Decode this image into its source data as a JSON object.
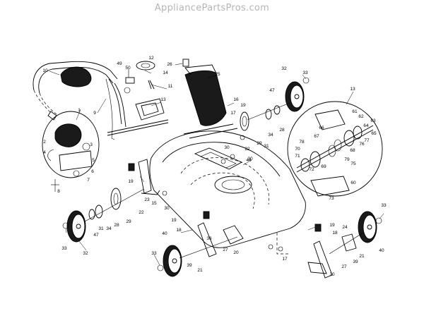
{
  "watermark": "AppliancePartsPros.com",
  "colors": {
    "ink": "#000000",
    "paper": "#ffffff",
    "watermark": "#b5b5b5",
    "part_fill": "#1a1a1a"
  },
  "callouts": [
    {
      "id": "c-10a",
      "label": "10"
    },
    {
      "id": "c-9",
      "label": "9"
    },
    {
      "id": "c-1",
      "label": "1"
    },
    {
      "id": "c-2",
      "label": "2"
    },
    {
      "id": "c-3",
      "label": "3"
    },
    {
      "id": "c-4",
      "label": "4"
    },
    {
      "id": "c-5",
      "label": "5"
    },
    {
      "id": "c-6",
      "label": "6"
    },
    {
      "id": "c-7",
      "label": "7"
    },
    {
      "id": "c-8",
      "label": "8"
    },
    {
      "id": "c-49",
      "label": "49"
    },
    {
      "id": "c-50",
      "label": "50"
    },
    {
      "id": "c-12",
      "label": "12"
    },
    {
      "id": "c-14",
      "label": "14"
    },
    {
      "id": "c-11",
      "label": "11"
    },
    {
      "id": "c-13a",
      "label": "13"
    },
    {
      "id": "c-26",
      "label": "26"
    },
    {
      "id": "c-25",
      "label": "25"
    },
    {
      "id": "c-16",
      "label": "16"
    },
    {
      "id": "c-19a",
      "label": "19"
    },
    {
      "id": "c-17",
      "label": "17"
    },
    {
      "id": "c-22a",
      "label": "22"
    },
    {
      "id": "c-29a",
      "label": "29"
    },
    {
      "id": "c-30a",
      "label": "30"
    },
    {
      "id": "c-30b",
      "label": "30"
    },
    {
      "id": "c-44",
      "label": "44"
    },
    {
      "id": "c-32a",
      "label": "32"
    },
    {
      "id": "c-33a",
      "label": "33"
    },
    {
      "id": "c-47a",
      "label": "47"
    },
    {
      "id": "c-28a",
      "label": "28"
    },
    {
      "id": "c-34a",
      "label": "34"
    },
    {
      "id": "c-31a",
      "label": "31"
    },
    {
      "id": "c-13b",
      "label": "13"
    },
    {
      "id": "c-61",
      "label": "61"
    },
    {
      "id": "c-62",
      "label": "62"
    },
    {
      "id": "c-63",
      "label": "63"
    },
    {
      "id": "c-66",
      "label": "66"
    },
    {
      "id": "c-64",
      "label": "64"
    },
    {
      "id": "c-65",
      "label": "65"
    },
    {
      "id": "c-67",
      "label": "67"
    },
    {
      "id": "c-77",
      "label": "77"
    },
    {
      "id": "c-78",
      "label": "78"
    },
    {
      "id": "c-76",
      "label": "76"
    },
    {
      "id": "c-70",
      "label": "70"
    },
    {
      "id": "c-71",
      "label": "71"
    },
    {
      "id": "c-68",
      "label": "68"
    },
    {
      "id": "c-72",
      "label": "72"
    },
    {
      "id": "c-69",
      "label": "69"
    },
    {
      "id": "c-79",
      "label": "79"
    },
    {
      "id": "c-75",
      "label": "75"
    },
    {
      "id": "c-60",
      "label": "60"
    },
    {
      "id": "c-73",
      "label": "73"
    },
    {
      "id": "c-19b",
      "label": "19"
    },
    {
      "id": "c-15",
      "label": "15"
    },
    {
      "id": "c-23",
      "label": "23"
    },
    {
      "id": "c-22b",
      "label": "22"
    },
    {
      "id": "c-29b",
      "label": "29"
    },
    {
      "id": "c-28b",
      "label": "28"
    },
    {
      "id": "c-34b",
      "label": "34"
    },
    {
      "id": "c-31b",
      "label": "31"
    },
    {
      "id": "c-47b",
      "label": "47"
    },
    {
      "id": "c-32b",
      "label": "32"
    },
    {
      "id": "c-33b",
      "label": "33"
    },
    {
      "id": "c-30c",
      "label": "30"
    },
    {
      "id": "c-19c",
      "label": "19"
    },
    {
      "id": "c-18a",
      "label": "18"
    },
    {
      "id": "c-40a",
      "label": "40"
    },
    {
      "id": "c-36",
      "label": "36"
    },
    {
      "id": "c-27a",
      "label": "27"
    },
    {
      "id": "c-20a",
      "label": "20"
    },
    {
      "id": "c-33c",
      "label": "33"
    },
    {
      "id": "c-39a",
      "label": "39"
    },
    {
      "id": "c-21a",
      "label": "21"
    },
    {
      "id": "c-17b",
      "label": "17"
    },
    {
      "id": "c-19d",
      "label": "19"
    },
    {
      "id": "c-18b",
      "label": "18"
    },
    {
      "id": "c-24",
      "label": "24"
    },
    {
      "id": "c-33d",
      "label": "33"
    },
    {
      "id": "c-40b",
      "label": "40"
    },
    {
      "id": "c-21b",
      "label": "21"
    },
    {
      "id": "c-39b",
      "label": "39"
    },
    {
      "id": "c-27b",
      "label": "27"
    },
    {
      "id": "c-20b",
      "label": "20"
    }
  ]
}
